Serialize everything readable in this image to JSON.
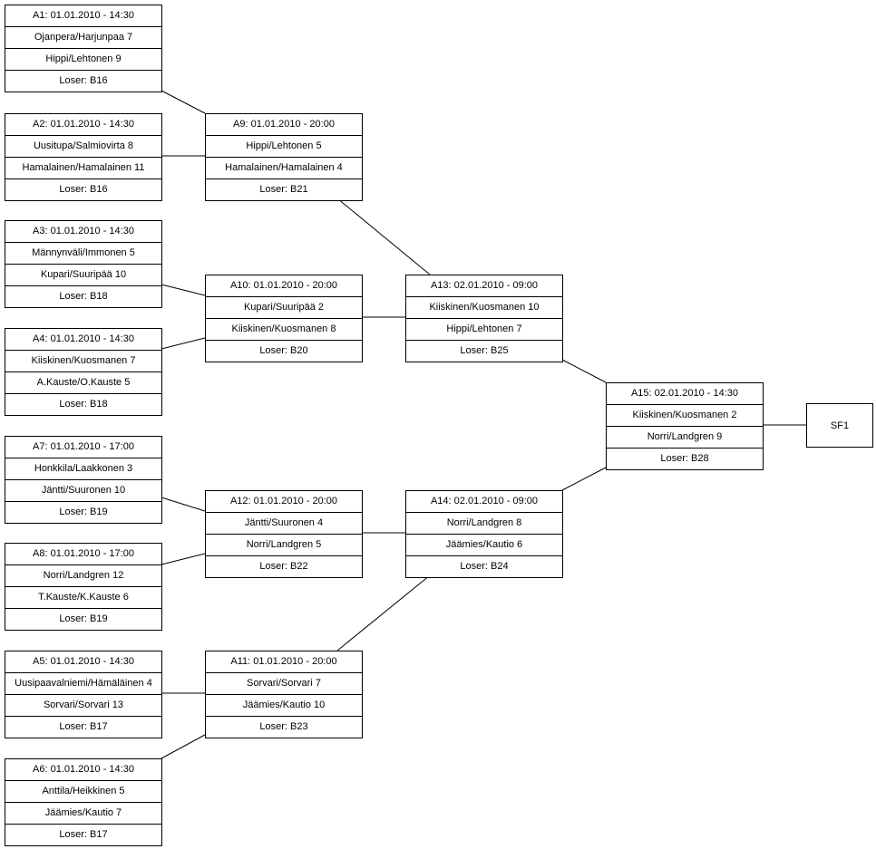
{
  "matches": {
    "A1": {
      "header": "A1: 01.01.2010 - 14:30",
      "team1": "Ojanpera/Harjunpaa 7",
      "team2": "Hippi/Lehtonen 9",
      "loser": "Loser: B16"
    },
    "A2": {
      "header": "A2: 01.01.2010 - 14:30",
      "team1": "Uusitupa/Salmiovirta 8",
      "team2": "Hamalainen/Hamalainen 11",
      "loser": "Loser: B16"
    },
    "A3": {
      "header": "A3: 01.01.2010 - 14:30",
      "team1": "Männynväli/Immonen 5",
      "team2": "Kupari/Suuripää 10",
      "loser": "Loser: B18"
    },
    "A4": {
      "header": "A4: 01.01.2010 - 14:30",
      "team1": "Kiiskinen/Kuosmanen 7",
      "team2": "A.Kauste/O.Kauste 5",
      "loser": "Loser: B18"
    },
    "A7": {
      "header": "A7: 01.01.2010 - 17:00",
      "team1": "Honkkila/Laakkonen 3",
      "team2": "Jäntti/Suuronen 10",
      "loser": "Loser: B19"
    },
    "A8": {
      "header": "A8: 01.01.2010 - 17:00",
      "team1": "Norri/Landgren 12",
      "team2": "T.Kauste/K.Kauste 6",
      "loser": "Loser: B19"
    },
    "A5": {
      "header": "A5: 01.01.2010 - 14:30",
      "team1": "Uusipaavalniemi/Hämäläinen 4",
      "team2": "Sorvari/Sorvari 13",
      "loser": "Loser: B17"
    },
    "A6": {
      "header": "A6: 01.01.2010 - 14:30",
      "team1": "Anttila/Heikkinen 5",
      "team2": "Jäämies/Kautio 7",
      "loser": "Loser: B17"
    },
    "A9": {
      "header": "A9: 01.01.2010 - 20:00",
      "team1": "Hippi/Lehtonen 5",
      "team2": "Hamalainen/Hamalainen 4",
      "loser": "Loser: B21"
    },
    "A10": {
      "header": "A10: 01.01.2010 - 20:00",
      "team1": "Kupari/Suuripää 2",
      "team2": "Kiiskinen/Kuosmanen 8",
      "loser": "Loser: B20"
    },
    "A12": {
      "header": "A12: 01.01.2010 - 20:00",
      "team1": "Jäntti/Suuronen 4",
      "team2": "Norri/Landgren 5",
      "loser": "Loser: B22"
    },
    "A11": {
      "header": "A11: 01.01.2010 - 20:00",
      "team1": "Sorvari/Sorvari 7",
      "team2": "Jäämies/Kautio 10",
      "loser": "Loser: B23"
    },
    "A13": {
      "header": "A13: 02.01.2010 - 09:00",
      "team1": "Kiiskinen/Kuosmanen 10",
      "team2": "Hippi/Lehtonen 7",
      "loser": "Loser: B25"
    },
    "A14": {
      "header": "A14: 02.01.2010 - 09:00",
      "team1": "Norri/Landgren 8",
      "team2": "Jäämies/Kautio 6",
      "loser": "Loser: B24"
    },
    "A15": {
      "header": "A15: 02.01.2010 - 14:30",
      "team1": "Kiiskinen/Kuosmanen 2",
      "team2": "Norri/Landgren 9",
      "loser": "Loser: B28"
    }
  },
  "final": {
    "label": "SF1"
  }
}
